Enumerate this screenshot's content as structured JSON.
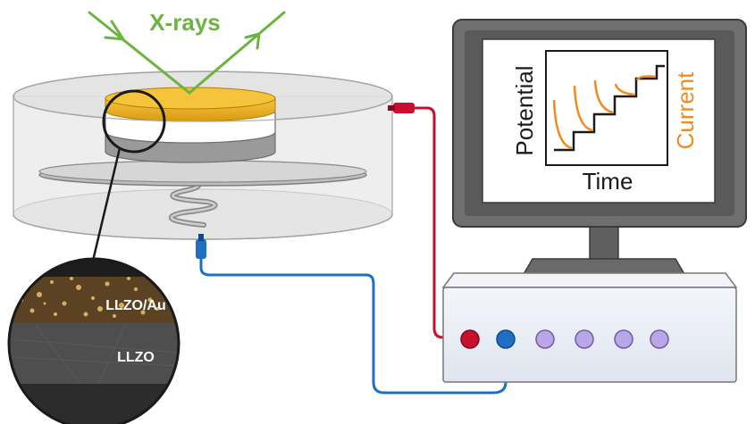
{
  "labels": {
    "xrays": "X-rays",
    "potential": "Potential",
    "current": "Current",
    "time": "Time",
    "llzo_au": "LLZO/Au",
    "llzo": "LLZO"
  },
  "colors": {
    "xray_green": "#6cb33f",
    "gold_layer": "#f3b51b",
    "current_orange": "#f08a1c",
    "red_cable": "#c8102e",
    "blue_cable": "#1f6fc2",
    "port_purple": "#b9a6e6",
    "monitor_gray": "#6f6f6f",
    "chamber_gray": "#dcdcdc"
  },
  "icons": {
    "monitor": "monitor-icon",
    "potentiostat": "potentiostat-icon",
    "spring": "spring-icon",
    "magnifier": "magnifier-circle-icon"
  }
}
